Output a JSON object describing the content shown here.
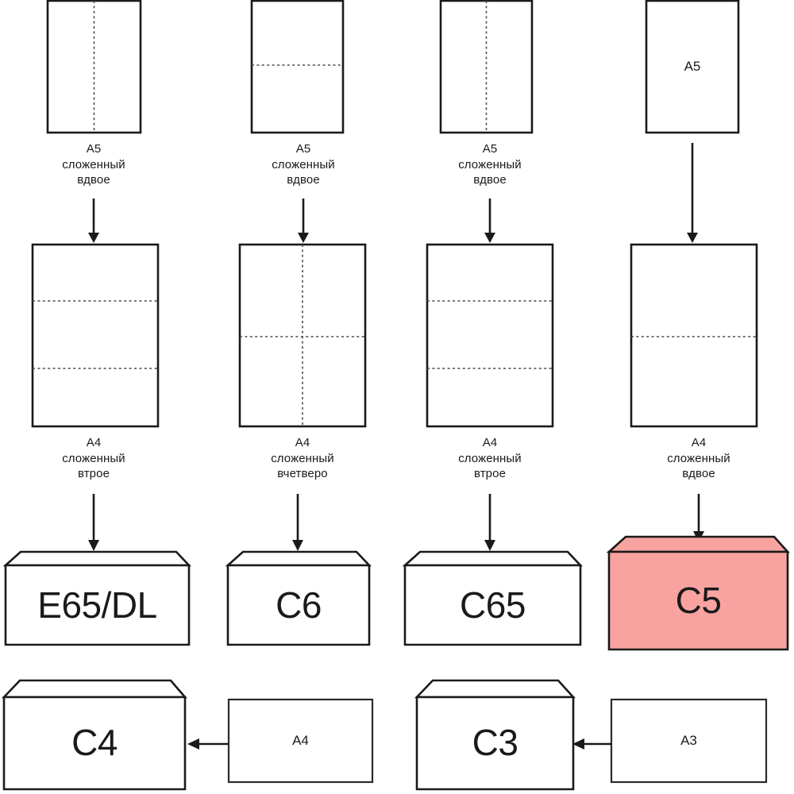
{
  "diagram": {
    "title_text": "",
    "accent_color": "#f9a3a0",
    "line_color": "#1a1a1a",
    "fold_line_color": "#4a4a4a",
    "paper_row_1": [
      {
        "name": "a5-fold-vertical",
        "inner_label": "",
        "caption": "A5\nсложенный\nвдвое",
        "fold": "vertical"
      },
      {
        "name": "a5-fold-horizontal",
        "inner_label": "",
        "caption": "A5\nсложенный\nвдвое",
        "fold": "horizontal"
      },
      {
        "name": "a5-fold-vertical-2",
        "inner_label": "",
        "caption": "A5\nсложенный\nвдвое",
        "fold": "vertical"
      },
      {
        "name": "a5-plain",
        "inner_label": "A5",
        "caption": "",
        "fold": "none"
      }
    ],
    "paper_row_2": [
      {
        "name": "a4-trifold",
        "inner_label": "",
        "caption": "A4\nсложенный\nвтрое",
        "fold": "two-horizontal"
      },
      {
        "name": "a4-quarterfold",
        "inner_label": "",
        "caption": "A4\nсложенный\nвчетверо",
        "fold": "cross"
      },
      {
        "name": "a4-trifold-2",
        "inner_label": "",
        "caption": "A4\nсложенный\nвтрое",
        "fold": "two-horizontal"
      },
      {
        "name": "a4-halffold",
        "inner_label": "",
        "caption": "A4\nсложенный\nвдвое",
        "fold": "horizontal"
      }
    ],
    "envelopes_row_3": [
      {
        "name": "envelope-e65-dl",
        "label": "E65/DL",
        "highlighted": false
      },
      {
        "name": "envelope-c6",
        "label": "C6",
        "highlighted": false
      },
      {
        "name": "envelope-c65",
        "label": "C65",
        "highlighted": false
      },
      {
        "name": "envelope-c5",
        "label": "C5",
        "highlighted": true
      }
    ],
    "envelopes_row_4": [
      {
        "name": "envelope-c4",
        "label": "C4",
        "highlighted": false
      },
      {
        "name": "envelope-c3",
        "label": "C3",
        "highlighted": false
      }
    ],
    "papers_row_4": [
      {
        "name": "a4-landscape",
        "label": "A4"
      },
      {
        "name": "a3-landscape",
        "label": "A3"
      }
    ],
    "arrows": {
      "down_count": 8,
      "left_count": 2,
      "direction_down": "down",
      "direction_left": "left"
    }
  }
}
